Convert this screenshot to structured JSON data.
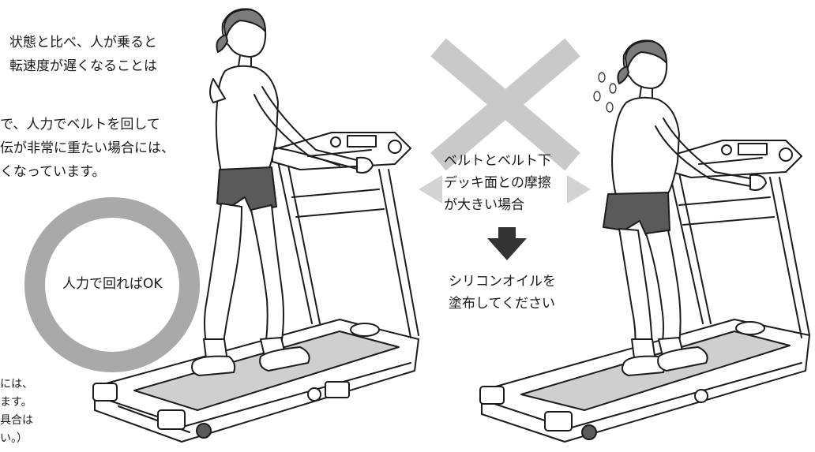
{
  "colors": {
    "ok_ring": "#a9a9a9",
    "ng_cross": "#c9c9c9",
    "arrow_down": "#333333",
    "text": "#1a1a1a"
  },
  "left_text": {
    "line1": "状態と比べ、人が乗ると",
    "line2": "転速度が遅くなることは",
    "line3": "で、人力でベルトを回して",
    "line4": "伝が非常に重たい場合には、",
    "line5": "くなっています。"
  },
  "ok_label": "人力で回ればOK",
  "bottom_note": {
    "line1": "には、",
    "line2": "ます。",
    "line3": "具合は",
    "line4": "い。）"
  },
  "ng_label": {
    "line1": "ベルトとベルト下",
    "line2": "デッキ面との摩擦",
    "line3": "が大きい場合"
  },
  "instruction": {
    "line1": "シリコンオイルを",
    "line2": "塗布してください"
  },
  "icons": [
    "ok-circle-icon",
    "cross-x-icon",
    "arrow-down-icon",
    "sweat-drops-icon"
  ]
}
